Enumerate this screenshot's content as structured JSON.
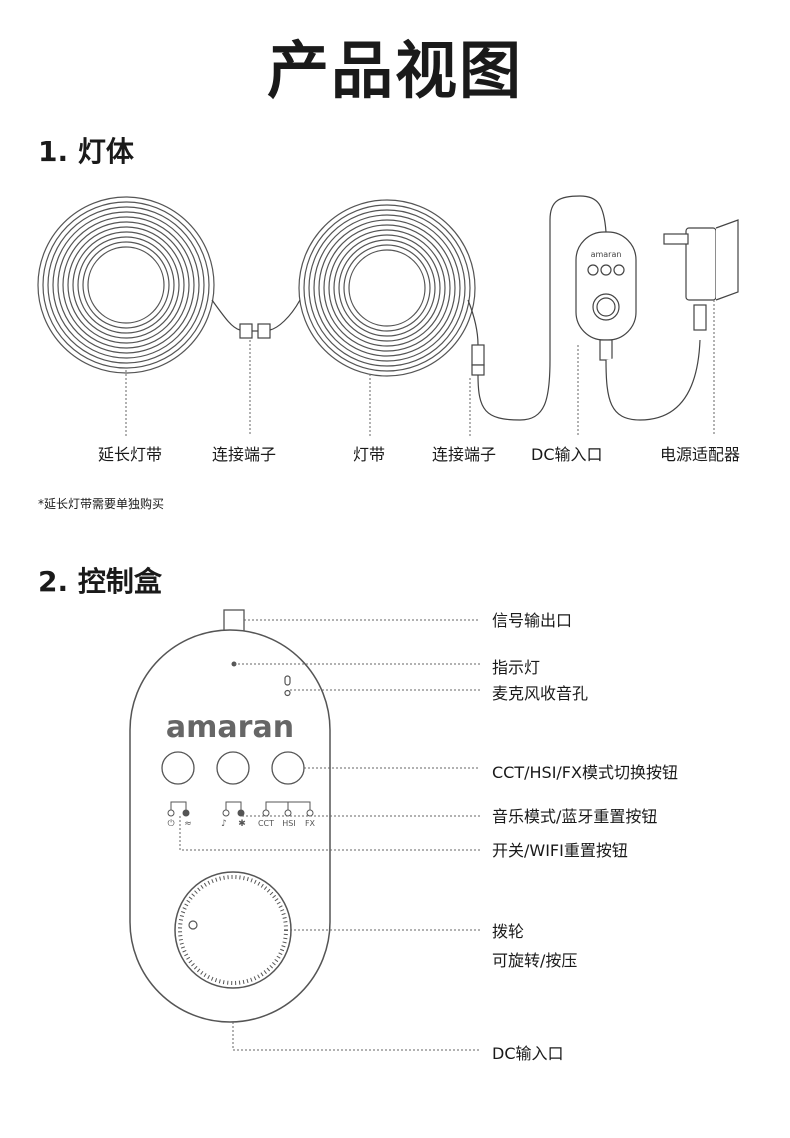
{
  "page_title": "产品视图",
  "section1": {
    "title": "1. 灯体",
    "labels": [
      "延长灯带",
      "连接端子",
      "灯带",
      "连接端子",
      "DC输入口",
      "电源适配器"
    ],
    "footnote": "*延长灯带需要单独购买",
    "mini_brand": "amaran"
  },
  "section2": {
    "title": "2. 控制盒",
    "brand": "amaran",
    "mode_labels": [
      "CCT",
      "HSI",
      "FX"
    ],
    "callouts": [
      "信号输出口",
      "指示灯",
      "麦克风收音孔",
      "CCT/HSI/FX模式切换按钮",
      "音乐模式/蓝牙重置按钮",
      "开关/WIFI重置按钮",
      "拨轮",
      "可旋转/按压",
      "DC输入口"
    ]
  }
}
